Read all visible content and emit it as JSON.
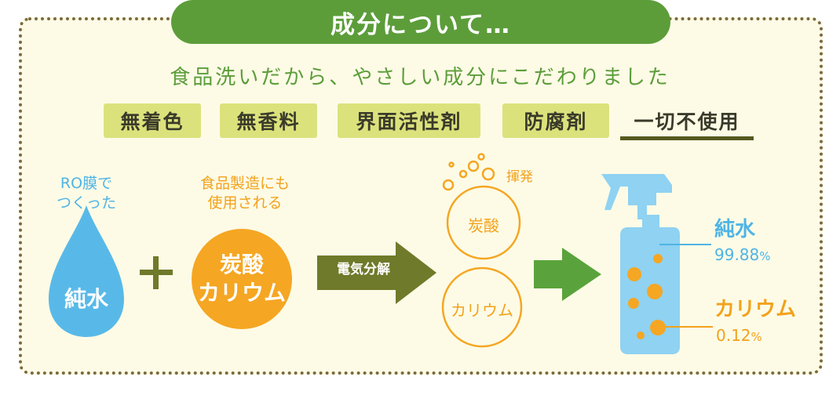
{
  "header": {
    "title": "成分について…"
  },
  "subtitle": "食品洗いだから、やさしい成分にこだわりました",
  "free_from": {
    "items": [
      "無着色",
      "無香料",
      "界面活性剤",
      "防腐剤"
    ],
    "conclusion": "一切不使用"
  },
  "process": {
    "water_note": [
      "RO膜で",
      "つくった"
    ],
    "water": "純水",
    "plus": "+",
    "potassium_note": [
      "食品製造にも",
      "使用される"
    ],
    "potassium_carbonate": [
      "炭酸",
      "カリウム"
    ],
    "electrolysis": "電気分解",
    "volatilize": "揮発",
    "carbonic_acid": "炭酸",
    "potassium": "カリウム"
  },
  "composition": [
    {
      "name": "純水",
      "value": "99.88",
      "unit": "%",
      "color": "#4fb4e6"
    },
    {
      "name": "カリウム",
      "value": "0.12",
      "unit": "%",
      "color": "#f2a21c"
    }
  ],
  "colors": {
    "green": "#5c9d3a",
    "olive": "#6f7a2a",
    "blue": "#4fb4e6",
    "orange": "#f2a21c",
    "tag": "#dbe27c"
  }
}
